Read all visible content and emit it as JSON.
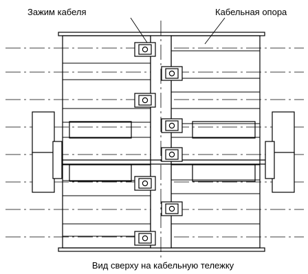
{
  "labels": {
    "cable_clamp": "Зажим кабеля",
    "cable_support": "Кабельная опора",
    "caption": "Вид сверху на кабельную тележку"
  },
  "colors": {
    "line": "#000000",
    "background": "#ffffff"
  }
}
